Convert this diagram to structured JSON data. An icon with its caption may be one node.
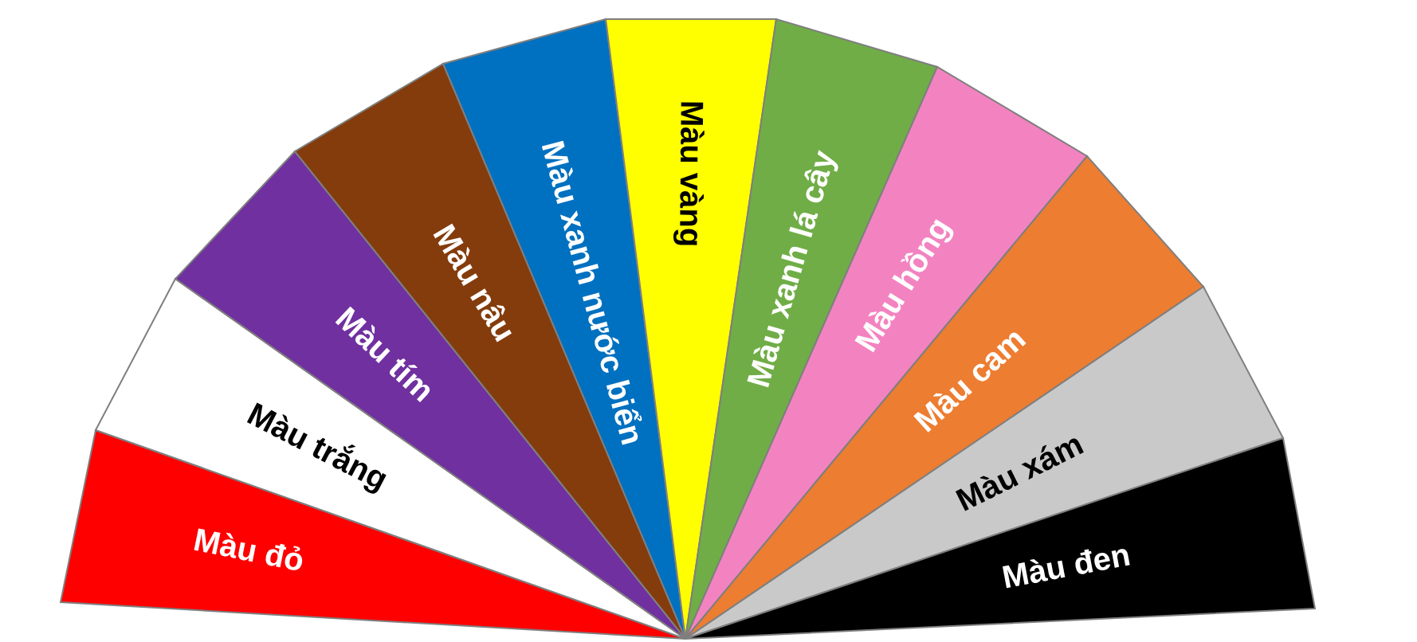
{
  "diagram": {
    "nodes": [
      {
        "text": [
          "Màu đỏ"
        ]
      },
      {
        "text": [
          "Màu trắng"
        ]
      },
      {
        "text": [
          "Màu tím"
        ]
      },
      {
        "text": [
          "Màu nâu"
        ]
      },
      {
        "text": [
          "Màu xanh nước biển"
        ]
      },
      {
        "text": [
          "Màu vàng"
        ]
      },
      {
        "text": [
          "Màu xanh lá cây"
        ]
      },
      {
        "text": [
          "Màu hồng"
        ]
      },
      {
        "text": [
          "Màu cam"
        ]
      },
      {
        "text": [
          "Màu xám"
        ]
      },
      {
        "text": [
          "Màu đen"
        ]
      }
    ]
  }
}
